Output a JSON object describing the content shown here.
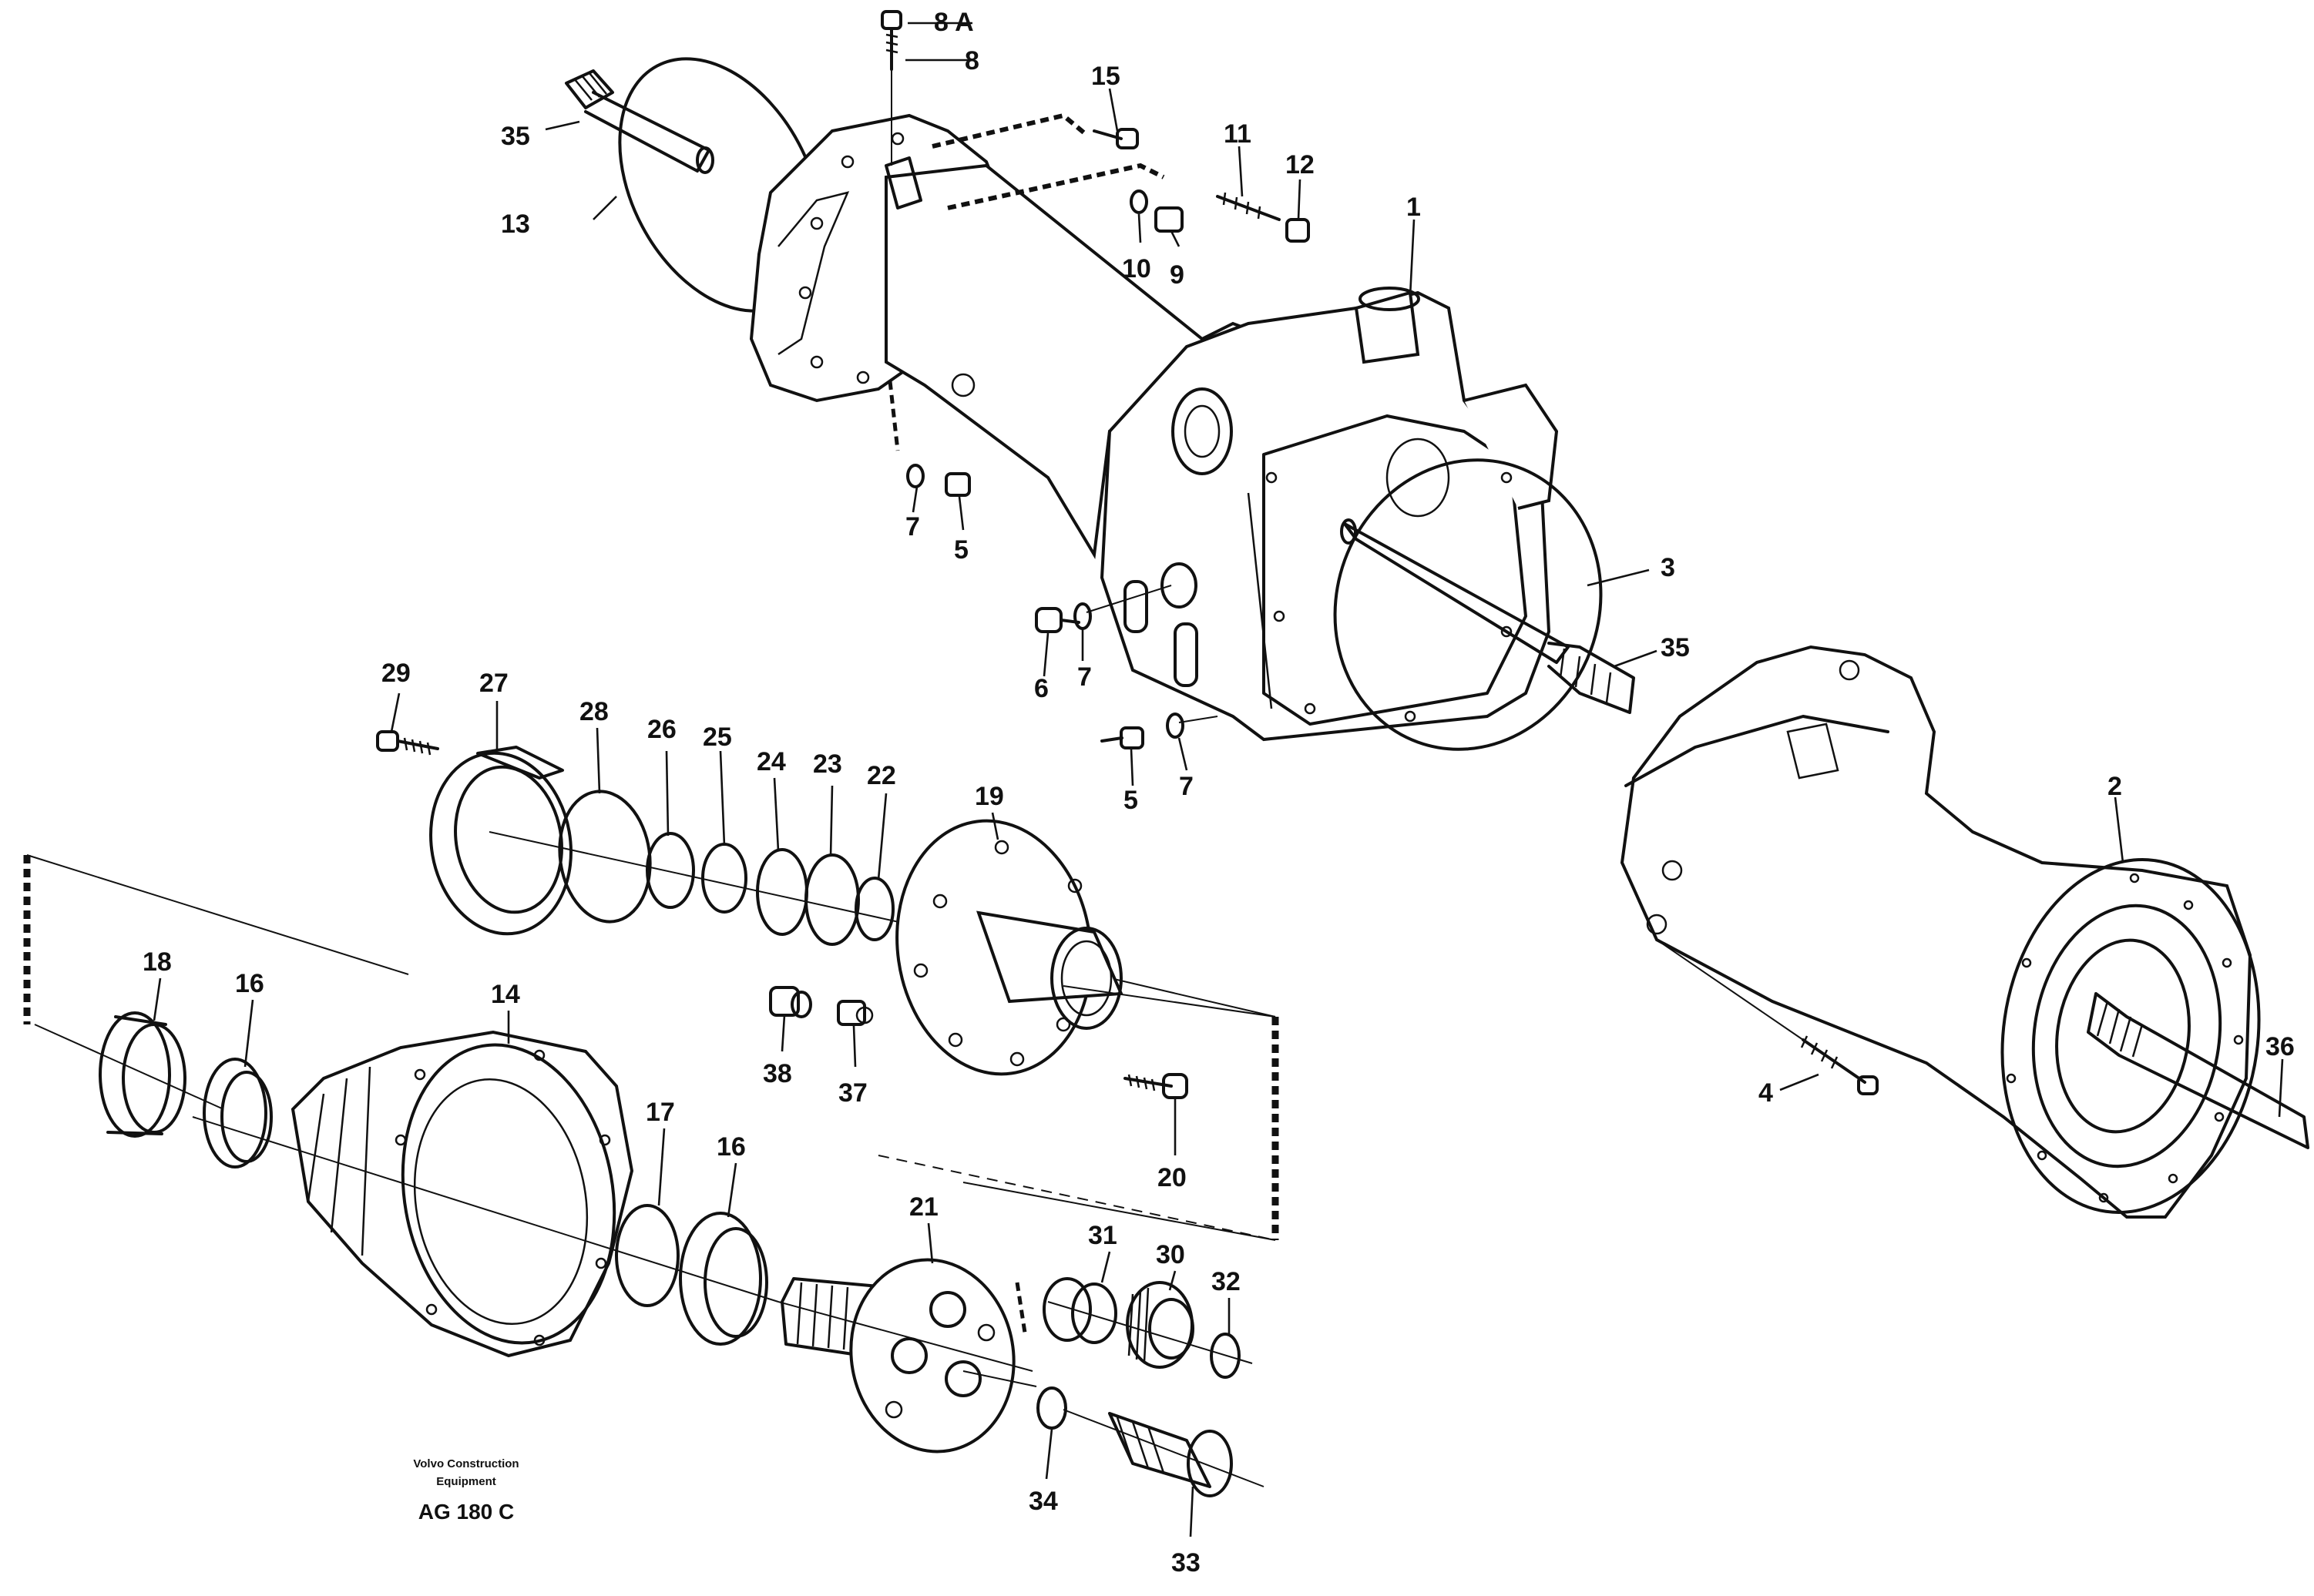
{
  "callouts": {
    "c1": "1",
    "c2": "2",
    "c3": "3",
    "c4": "4",
    "c5a": "5",
    "c5b": "5",
    "c6": "6",
    "c7a": "7",
    "c7b": "7",
    "c7c": "7",
    "c8": "8",
    "c8a": "8 A",
    "c9": "9",
    "c10": "10",
    "c11": "11",
    "c12": "12",
    "c13": "13",
    "c14": "14",
    "c15": "15",
    "c16a": "16",
    "c16b": "16",
    "c17": "17",
    "c18": "18",
    "c19": "19",
    "c20": "20",
    "c21": "21",
    "c22": "22",
    "c23": "23",
    "c24": "24",
    "c25": "25",
    "c26": "26",
    "c27": "27",
    "c28": "28",
    "c29": "29",
    "c30": "30",
    "c31": "31",
    "c32": "32",
    "c33": "33",
    "c34": "34",
    "c35a": "35",
    "c35b": "35",
    "c36": "36",
    "c37": "37",
    "c38": "38"
  },
  "footer": {
    "brand_line1": "Volvo Construction",
    "brand_line2": "Equipment",
    "drawing_code": "AG 180 C"
  }
}
